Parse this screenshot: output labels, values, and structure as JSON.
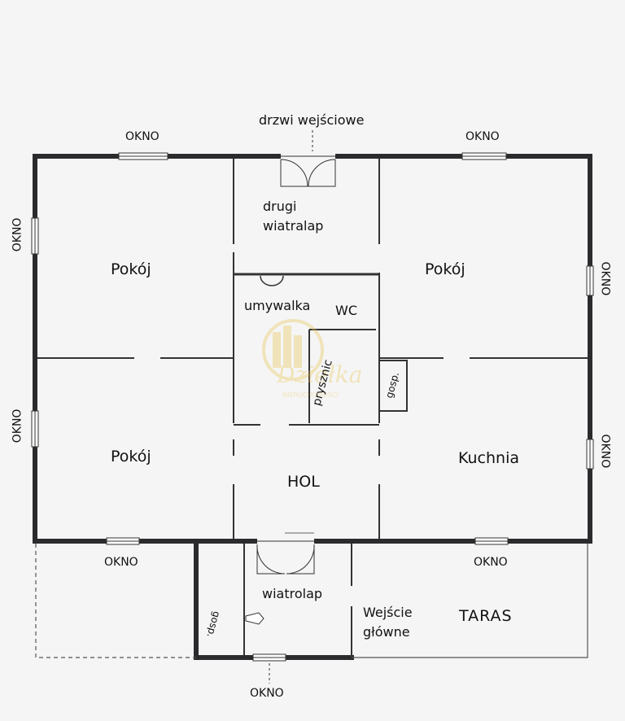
{
  "labels": {
    "entrance_top": "drzwi wejściowe",
    "okno": "OKNO",
    "drugi": "drugi",
    "wiatralap": "wiatralap",
    "pokoj": "Pokój",
    "umywalka": "umywalka",
    "wc": "WC",
    "prysznic": "prysznic",
    "gosp_right": "gosp.",
    "kuchnia": "Kuchnia",
    "hol": "HOL",
    "wiatrolap": "wiatrolap",
    "gosp_left": "gosp.",
    "wejscie": "Wejście",
    "glowne": "główne",
    "taras": "TARAS"
  },
  "watermark": {
    "script": "Dziełka",
    "sub": "NIERUCHOMOŚCI"
  },
  "colors": {
    "wall": "#2b2b2d",
    "line": "#333333",
    "window": "#ffffff",
    "accent": "#e8c44a"
  }
}
